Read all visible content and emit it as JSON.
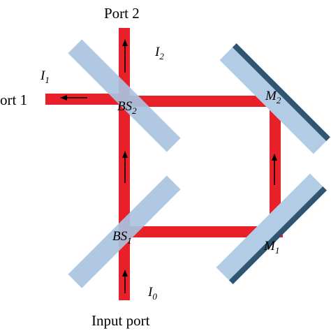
{
  "labels": {
    "port_2": "Port 2",
    "port_1": "ort 1",
    "input_port": "Input port",
    "i1": {
      "base": "I",
      "sub": "1"
    },
    "i2": {
      "base": "I",
      "sub": "2"
    },
    "i0": {
      "base": "I",
      "sub": "0"
    },
    "bs1": {
      "base": "BS",
      "sub": "1"
    },
    "bs2": {
      "base": "BS",
      "sub": "2"
    },
    "m1": {
      "base": "M",
      "sub": "1"
    },
    "m2": {
      "base": "M",
      "sub": "2"
    }
  },
  "colors": {
    "beam": "#e8202a",
    "beam_split_mirror": "#a9c3e0",
    "mirror_face": "#b3cce6",
    "mirror_backing": "#2f5570",
    "arrow": "#000000"
  }
}
